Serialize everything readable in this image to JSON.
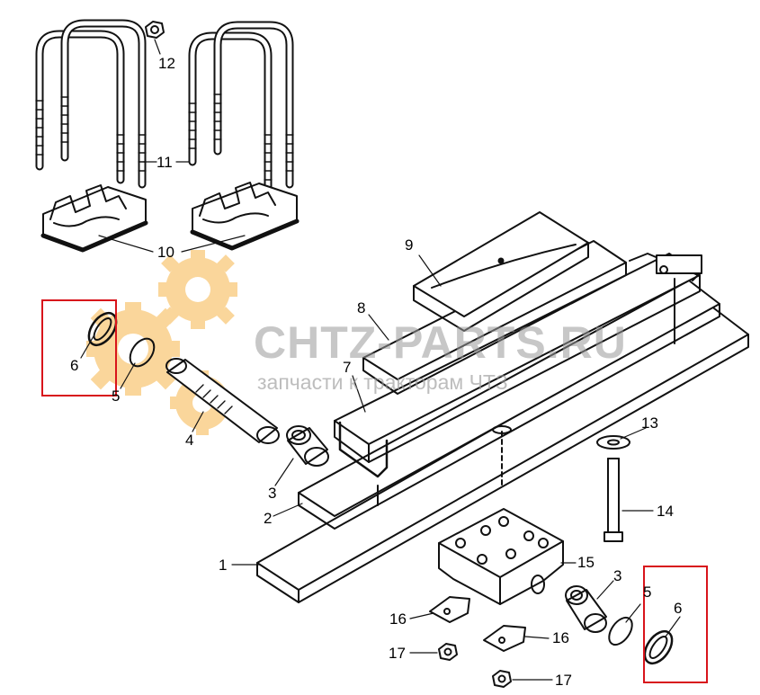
{
  "watermark": {
    "title": "CHTZ-PARTS.RU",
    "subtitle": "запчасти к тракторам ЧТЗ"
  },
  "labels": [
    {
      "id": "l12",
      "text": "12"
    },
    {
      "id": "l11",
      "text": "11"
    },
    {
      "id": "l10",
      "text": "10"
    },
    {
      "id": "l9",
      "text": "9"
    },
    {
      "id": "l8",
      "text": "8"
    },
    {
      "id": "l7",
      "text": "7"
    },
    {
      "id": "l6a",
      "text": "6"
    },
    {
      "id": "l5a",
      "text": "5"
    },
    {
      "id": "l4",
      "text": "4"
    },
    {
      "id": "l3a",
      "text": "3"
    },
    {
      "id": "l2",
      "text": "2"
    },
    {
      "id": "l1",
      "text": "1"
    },
    {
      "id": "l13",
      "text": "13"
    },
    {
      "id": "l14",
      "text": "14"
    },
    {
      "id": "l15",
      "text": "15"
    },
    {
      "id": "l3b",
      "text": "3"
    },
    {
      "id": "l5b",
      "text": "5"
    },
    {
      "id": "l6b",
      "text": "6"
    },
    {
      "id": "l16a",
      "text": "16"
    },
    {
      "id": "l16b",
      "text": "16"
    },
    {
      "id": "l17a",
      "text": "17"
    },
    {
      "id": "l17b",
      "text": "17"
    }
  ],
  "colors": {
    "highlight": "#d8141b",
    "gear": "#f5a623",
    "ink": "#111111",
    "watermark": "#9a9a9a"
  }
}
